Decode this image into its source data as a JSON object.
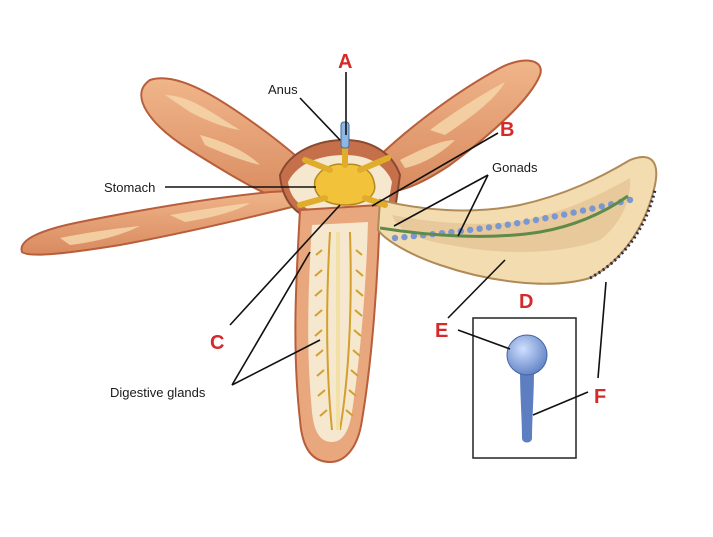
{
  "labels": {
    "anus": "Anus",
    "stomach": "Stomach",
    "gonads": "Gonads",
    "digestive_glands": "Digestive glands",
    "letter_a": "A",
    "letter_b": "B",
    "letter_c": "C",
    "letter_d": "D",
    "letter_e": "E",
    "letter_f": "F"
  },
  "colors": {
    "arm_skin": "#e9a77e",
    "arm_patch": "#f4d3a6",
    "arm_edge": "#b85e3b",
    "inner_cavity": "#f6e7cf",
    "stomach": "#f2c23a",
    "nerve": "#d2a02e",
    "tube_feet": "#6f8fc7",
    "label_red": "#d42a2a"
  },
  "icons": {
    "tube_foot_inset": "tube-foot-icon"
  }
}
